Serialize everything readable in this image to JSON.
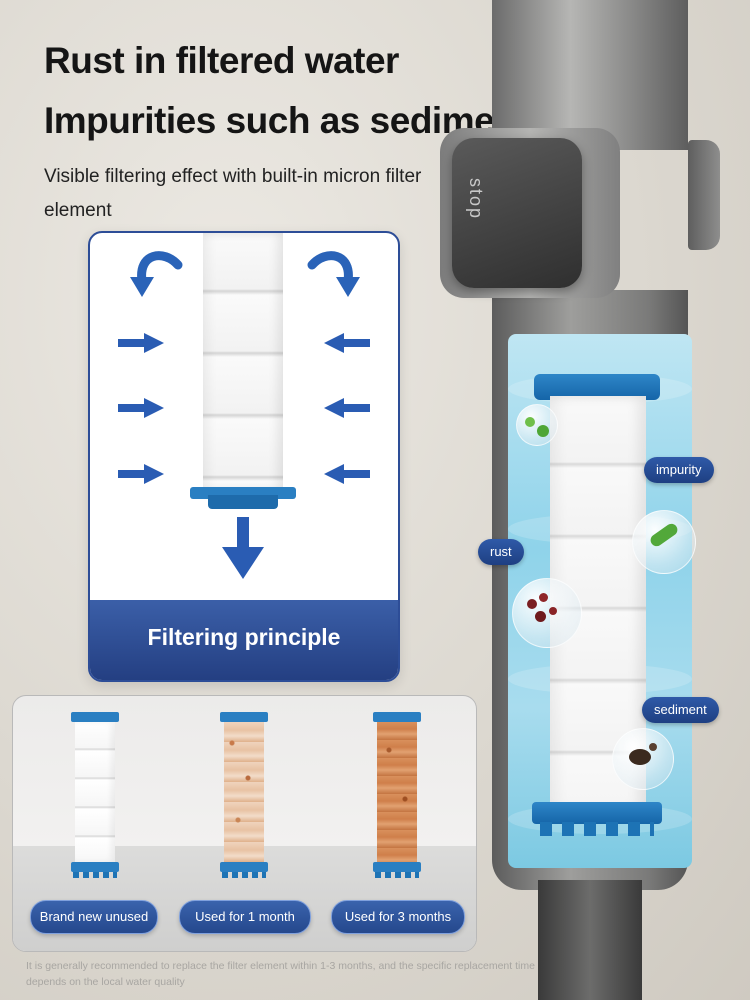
{
  "headline": {
    "line1": "Rust in filtered water",
    "line2": "Impurities such as sediment"
  },
  "subheadline": "Visible filtering effect with built-in micron filter element",
  "product": {
    "knob_label": "stop",
    "callouts": [
      "impurity",
      "rust",
      "sediment"
    ]
  },
  "principle_panel": {
    "title": "Filtering principle"
  },
  "comparison": {
    "items": [
      {
        "label": "Brand new unused",
        "state": "clean"
      },
      {
        "label": "Used for 1 month",
        "state": "light-rust"
      },
      {
        "label": "Used for 3 months",
        "state": "heavy-rust"
      }
    ]
  },
  "footnote": "It is generally recommended to replace the filter element within 1-3 months, and the specific replacement time depends on the local water quality",
  "colors": {
    "accent_blue": "#2a7fc2",
    "panel_blue": "#2d4d97",
    "water": "#8fd3ea"
  }
}
